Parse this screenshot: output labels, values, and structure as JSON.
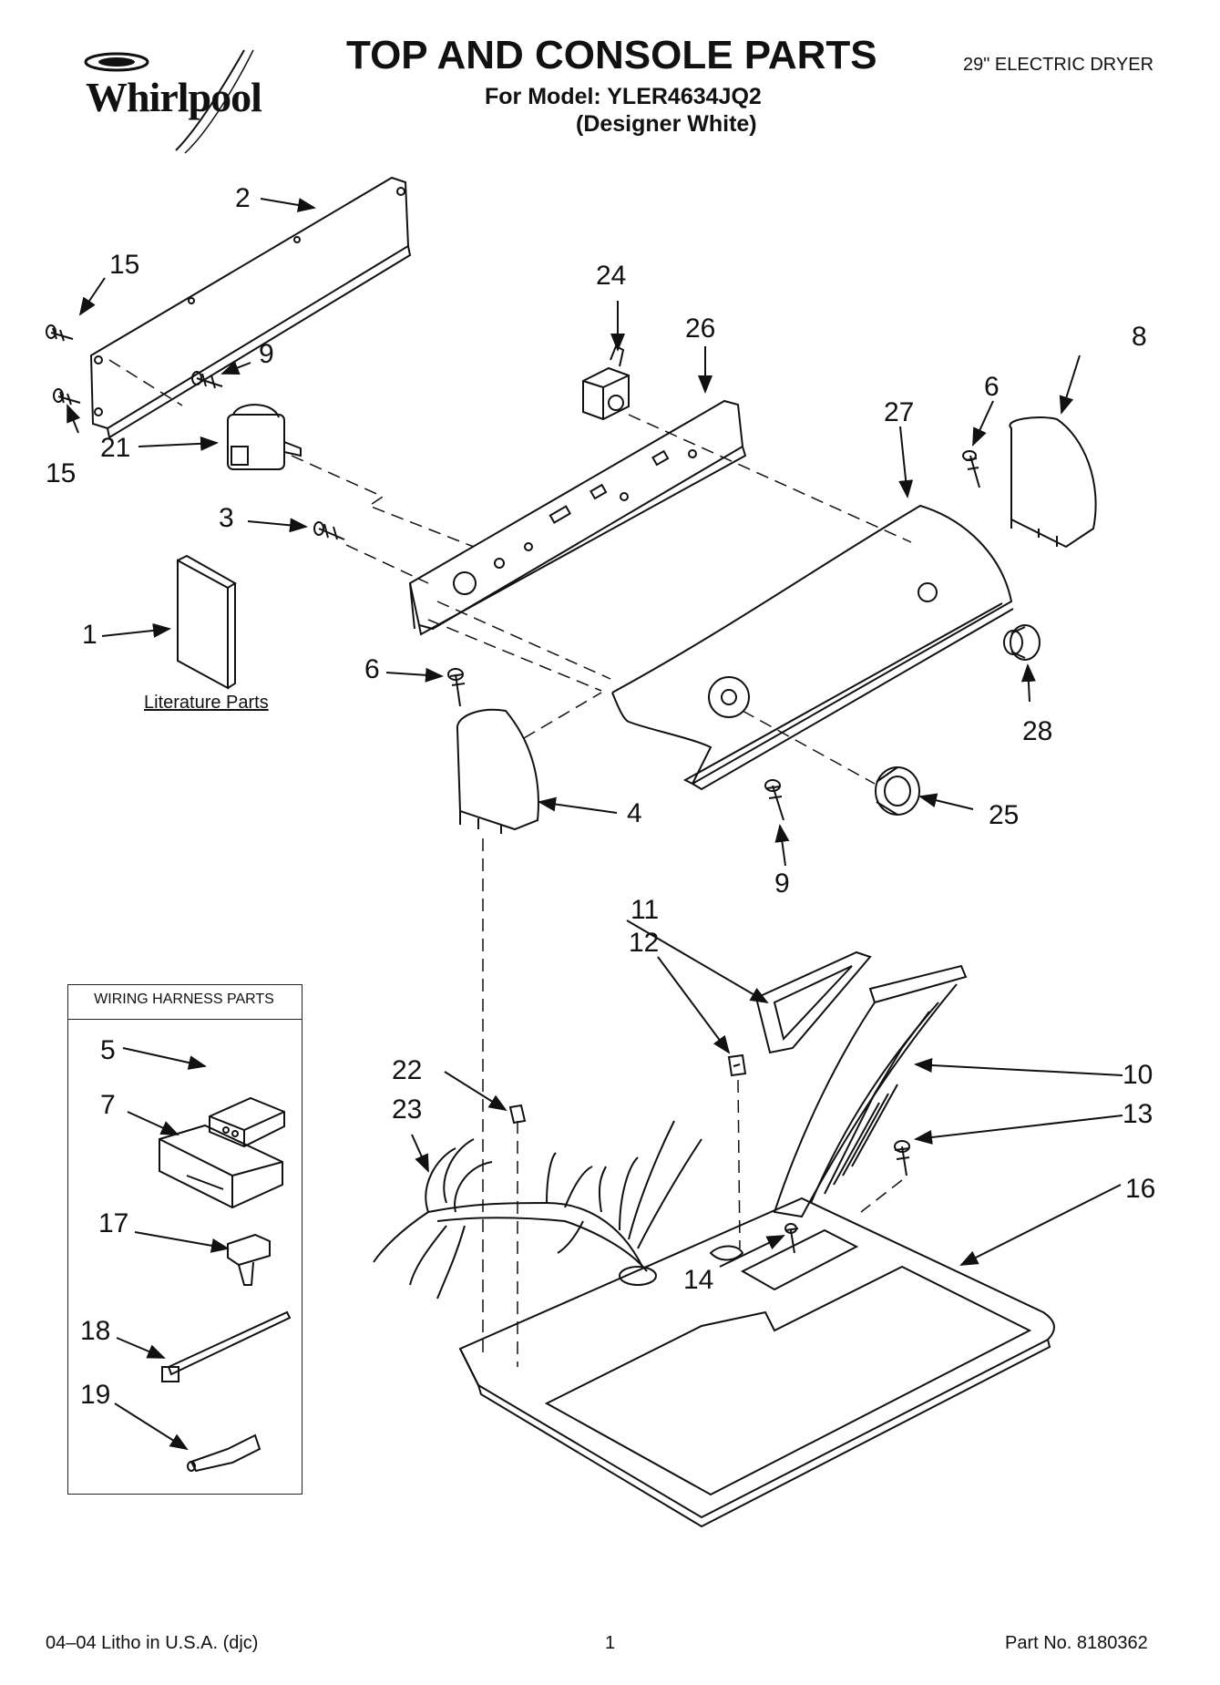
{
  "header": {
    "brand": "Whirlpool",
    "title": "TOP AND CONSOLE PARTS",
    "model_line": "For Model: YLER4634JQ2",
    "color_line": "(Designer White)",
    "product_type": "29\" ELECTRIC DRYER"
  },
  "labels": {
    "literature": "Literature Parts",
    "wiring_box_title": "WIRING HARNESS PARTS"
  },
  "callouts": {
    "c1": "1",
    "c2": "2",
    "c3": "3",
    "c4": "4",
    "c5": "5",
    "c6a": "6",
    "c6b": "6",
    "c7": "7",
    "c8": "8",
    "c9a": "9",
    "c9b": "9",
    "c10": "10",
    "c11": "11",
    "c12": "12",
    "c13": "13",
    "c14": "14",
    "c15a": "15",
    "c15b": "15",
    "c16": "16",
    "c17": "17",
    "c18": "18",
    "c19": "19",
    "c21": "21",
    "c22": "22",
    "c23": "23",
    "c24": "24",
    "c25": "25",
    "c26": "26",
    "c27": "27",
    "c28": "28"
  },
  "footer": {
    "left": "04–04 Litho in U.S.A. (djc)",
    "center": "1",
    "right": "Part No. 8180362"
  }
}
